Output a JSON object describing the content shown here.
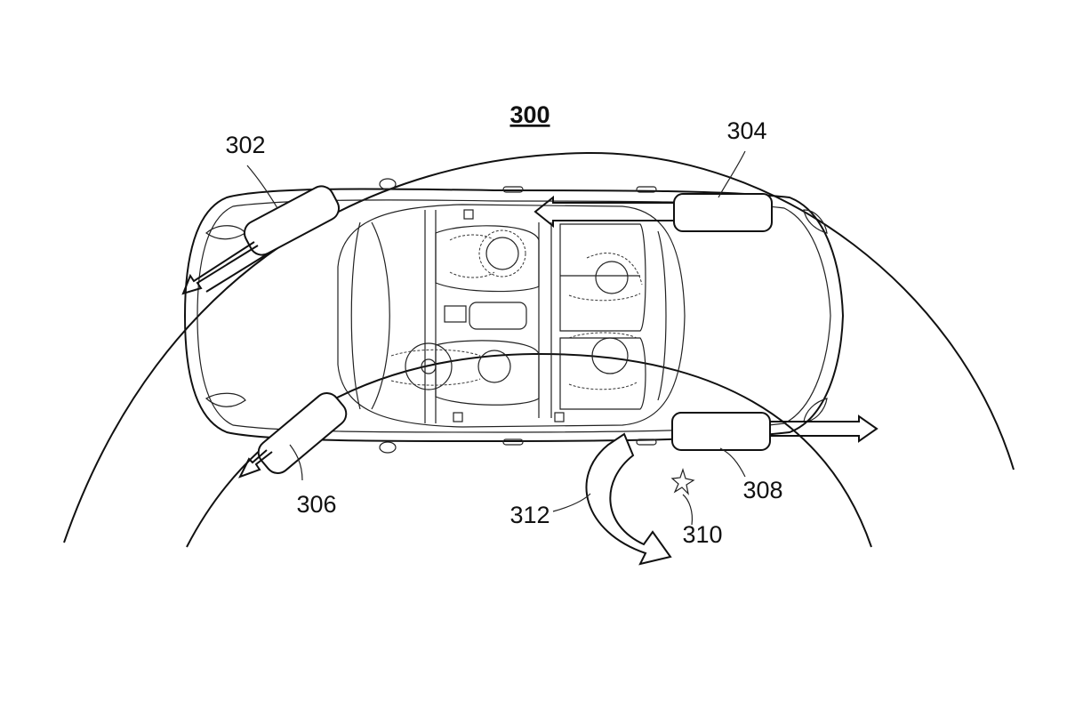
{
  "figure": {
    "title": "300",
    "labels": {
      "front_left_actuator": "302",
      "rear_right_actuator": "304",
      "front_right_actuator": "306",
      "rear_left_actuator": "308",
      "center_of_rotation": "310",
      "rotation_direction": "312"
    }
  },
  "colors": {
    "line": "#111111",
    "background": "#ffffff"
  }
}
